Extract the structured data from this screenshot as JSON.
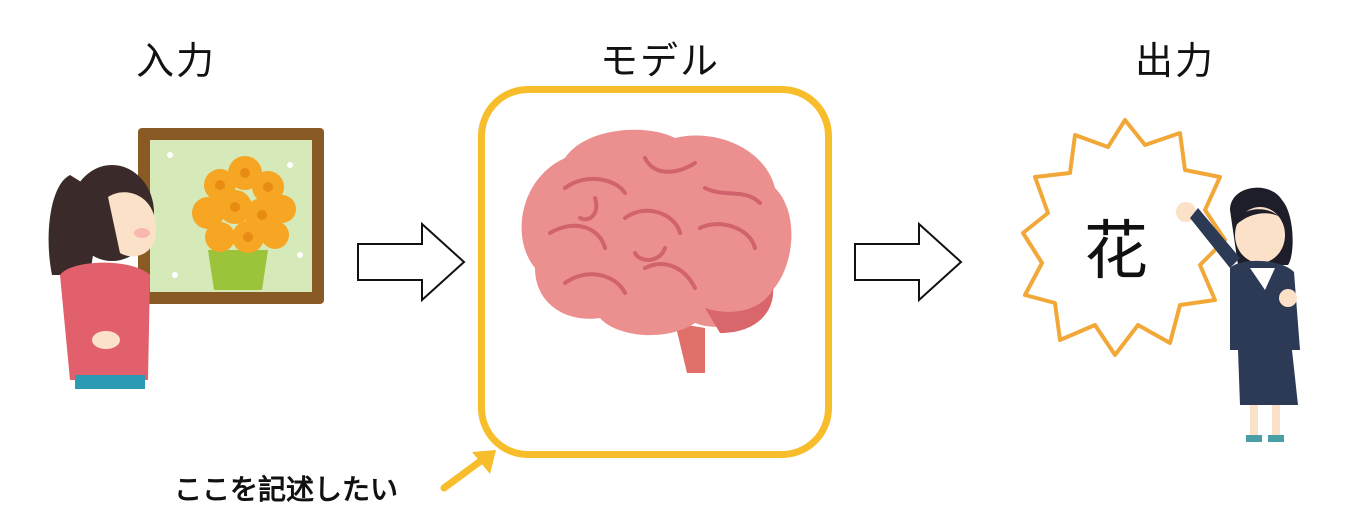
{
  "labels": {
    "input": "入力",
    "model": "モデル",
    "output": "出力"
  },
  "output_text": "花",
  "note": "ここを記述したい",
  "colors": {
    "model_border": "#f8bd2b",
    "burst_border": "#f1a838",
    "brain": "#ec8f8f",
    "frame": "#8a5a24"
  },
  "icons": [
    "woman-viewing-painting",
    "right-arrow-icon",
    "brain-icon",
    "burst-shape",
    "businesswoman-pointing",
    "pointer-arrow-icon"
  ]
}
